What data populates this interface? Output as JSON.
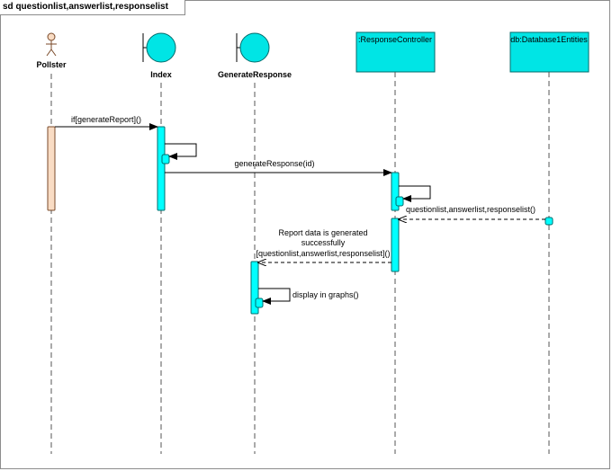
{
  "frame": {
    "title": "sd questionlist,answerlist,responselist"
  },
  "lifelines": {
    "pollster": {
      "label": "Pollster"
    },
    "index": {
      "label": "Index"
    },
    "generate_response": {
      "label": "GenerateResponse"
    },
    "response_controller": {
      "label": ":ResponseController"
    },
    "database": {
      "label": "db:Database1Entities"
    }
  },
  "messages": {
    "m1": {
      "label": "if[generateReport]()"
    },
    "m2": {
      "label": "generateResponse(id)"
    },
    "m3": {
      "label": "questionlist,answerlist,responselist()"
    },
    "m4": {
      "line1": "Report data is generated",
      "line2": "successfully",
      "line3": "[questionlist,answerlist,responselist]()"
    },
    "m5": {
      "label": "display in graphs()"
    }
  },
  "colors": {
    "lifeline_fill": "#00e5e5",
    "actor_activation": "#f9dcc4",
    "activation": "#00ffff",
    "frame": "#8c8c8c"
  }
}
